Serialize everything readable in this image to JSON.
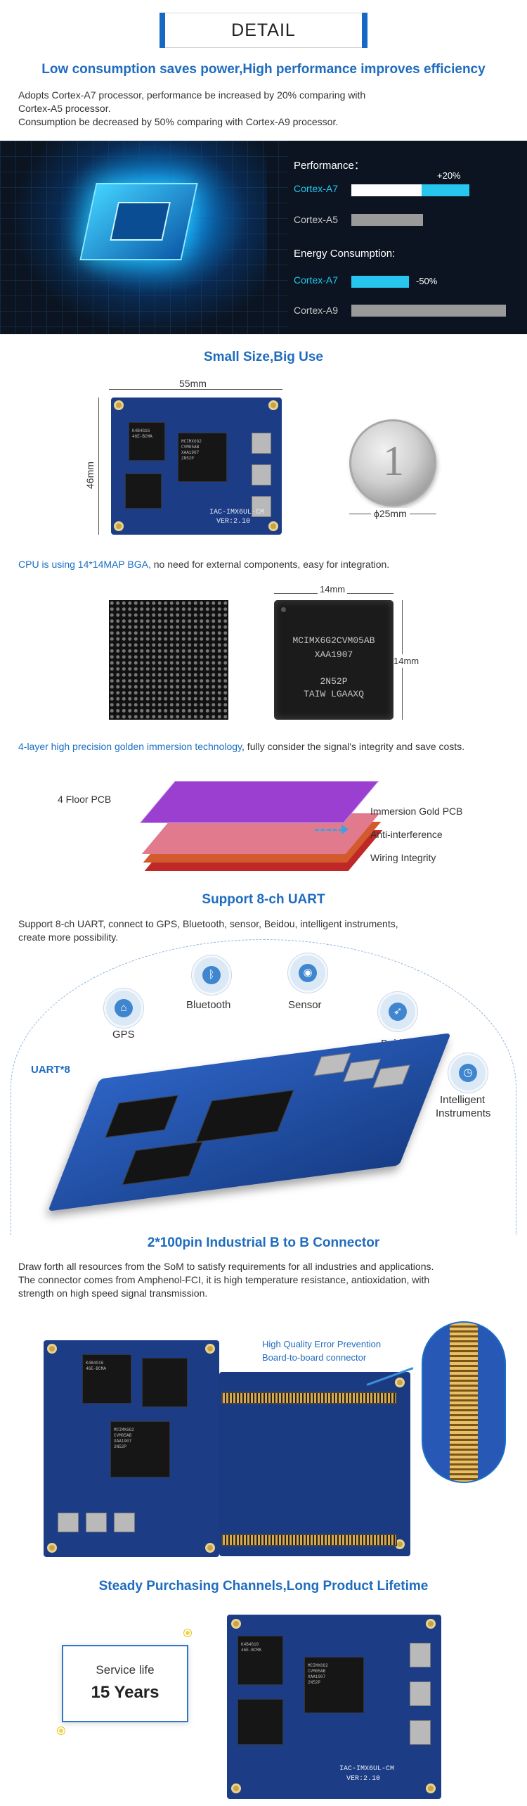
{
  "header": {
    "title": "DETAIL"
  },
  "sec1": {
    "title": "Low consumption saves power,High performance improves efficiency",
    "lines": [
      "Adopts Cortex-A7 processor, performance be increased by 20% comparing with",
      "Cortex-A5 processor.",
      "Consumption be decreased by 50% comparing with Cortex-A9 processor."
    ]
  },
  "perf": {
    "performance_label": "Performance：",
    "a7": "Cortex-A7",
    "a5": "Cortex-A5",
    "plus": "+20%",
    "energy_label": "Energy Consumption:",
    "a7b": "Cortex-A7",
    "minus": "-50%",
    "a9": "Cortex-A9",
    "colors": {
      "accent": "#26c6ee",
      "gray": "#9a9a9a",
      "white": "#ffffff"
    }
  },
  "small": {
    "title": "Small Size,Big Use",
    "width": "55mm",
    "height": "46mm",
    "coin": "ϕ25mm",
    "board_text": [
      "IAC-IMX6UL-CM",
      "VER:2.10"
    ]
  },
  "cpu": {
    "highlight": "CPU is using 14*14MAP BGA,",
    "rest": " no need for external components, easy for integration.",
    "dim_top": "14mm",
    "dim_side": "14mm",
    "chip_lines": [
      "MCIMX6G2CVM05AB",
      "XAA1907",
      "2N52P",
      "TAIW LGAAXQ"
    ]
  },
  "layer": {
    "highlight": "4-layer high precision golden immersion technology",
    "rest": ", fully consider the signal's integrity and save costs.",
    "floor": "4 Floor PCB",
    "items": [
      "Immersion Gold PCB",
      "Anti-interference",
      "Wiring Integrity"
    ]
  },
  "uart": {
    "title": "Support 8-ch UART",
    "lines": [
      "Support 8-ch UART, connect to GPS, Bluetooth, sensor, Beidou, intelligent instruments,",
      "create more possibility."
    ],
    "center": "UART*8",
    "nodes": [
      "GPS",
      "Bluetooth",
      "Sensor",
      "Beidou",
      "Intelligent",
      "Instruments"
    ]
  },
  "b2b": {
    "title": "2*100pin Industrial B to B Connector",
    "lines": [
      "Draw forth all resources from the SoM to satisfy requirements for all industries and applications.",
      "The connector comes from Amphenol-FCI, it is high temperature resistance, antioxidation, with",
      "strength on high speed signal transmission."
    ],
    "callout1": "High Quality Error Prevention",
    "callout2": "Board-to-board connector"
  },
  "life": {
    "title": "Steady Purchasing Channels,Long Product Lifetime",
    "label": "Service life",
    "value": "15 Years"
  }
}
